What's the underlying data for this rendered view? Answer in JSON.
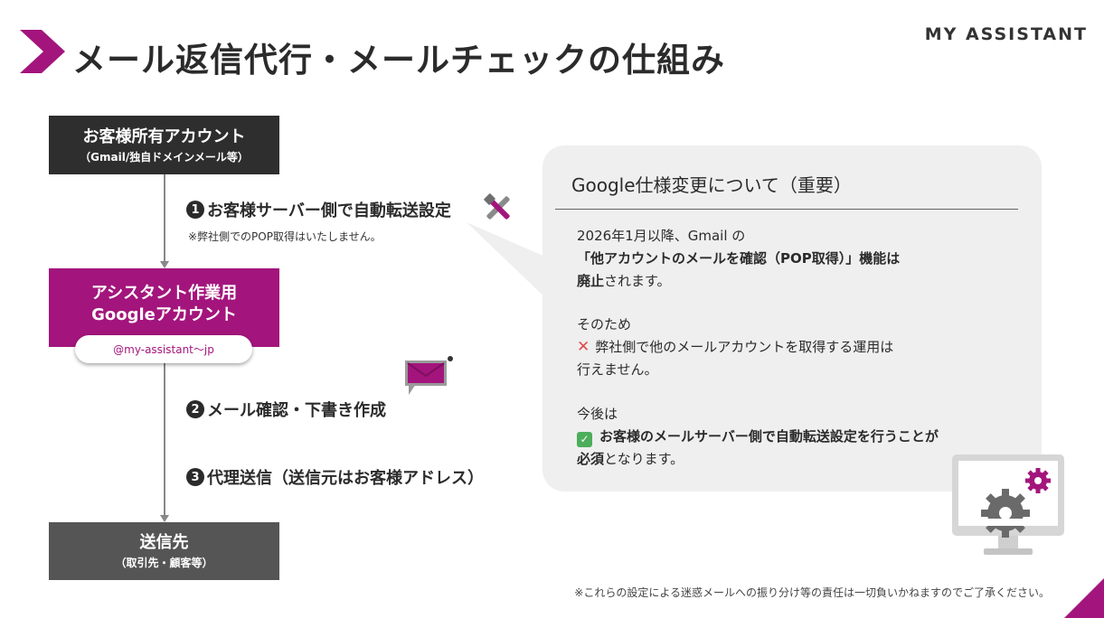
{
  "header": {
    "title": "メール返信代行・メールチェックの仕組み",
    "brand": "MY ASSISTANT"
  },
  "flow": {
    "client_box": {
      "title": "お客様所有アカウント",
      "subtitle": "（Gmail/独自ドメインメール等）"
    },
    "step1": {
      "num": "1",
      "label": "お客様サーバー側で自動転送設定",
      "note": "※弊社側でのPOP取得はいたしません。"
    },
    "assistant_box": {
      "line1": "アシスタント作業用",
      "line2": "Googleアカウント",
      "email": "@my-assistant〜jp"
    },
    "step2": {
      "num": "2",
      "label": "メール確認・下書き作成"
    },
    "step3": {
      "num": "3",
      "label": "代理送信（送信元はお客様アドレス）"
    },
    "destination_box": {
      "title": "送信先",
      "subtitle": "（取引先・顧客等）"
    }
  },
  "notice": {
    "title": "Google仕様変更について（重要）",
    "p1_line1": "2026年1月以降、Gmail の",
    "p1_line2": "「他アカウントのメールを確認（POP取得）」機能は",
    "p1_line3_bold": "廃止",
    "p1_line3_rest": "されます。",
    "p2_line1": "そのため",
    "p2_line2": "弊社側で他のメールアカウントを取得する運用は",
    "p2_line3": "行えません。",
    "p3_line1": "今後は",
    "p3_line2": "お客様のメールサーバー側で自動転送設定を行うことが",
    "p3_line3_bold": "必須",
    "p3_line3_rest": "となります。",
    "icons": [
      "cross-mark-icon",
      "check-mark-icon"
    ]
  },
  "footer": {
    "disclaimer": "※これらの設定による迷惑メールへの振り分け等の責任は一切負いかねますのでご了承ください。"
  },
  "colors": {
    "accent": "#a3157c",
    "dark_box": "#2e2e2e",
    "grey_box": "#555555",
    "panel_bg": "#efefef"
  }
}
